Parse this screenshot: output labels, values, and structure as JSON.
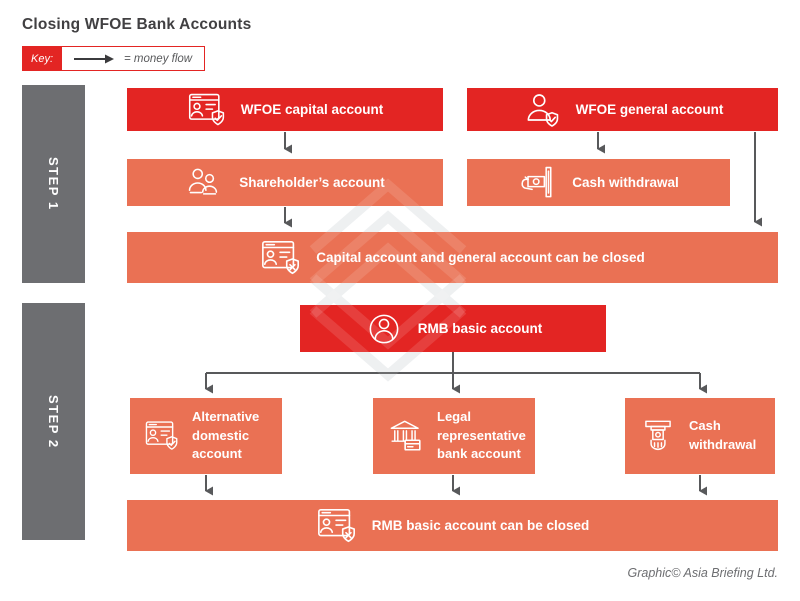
{
  "title": "Closing WFOE Bank Accounts",
  "key": {
    "label": "Key:",
    "symbol": "right-arrow-icon",
    "meaning": "= money flow"
  },
  "step1": {
    "label": "STEP 1",
    "nodes": {
      "capital": {
        "label": "WFOE capital account",
        "icon": "browser-user-shield-check-icon"
      },
      "general": {
        "label": "WFOE general account",
        "icon": "user-shield-check-icon"
      },
      "shareholder": {
        "label": "Shareholder’s account",
        "icon": "shareholders-icon"
      },
      "cash": {
        "label": "Cash withdrawal",
        "icon": "hand-cash-slot-icon"
      },
      "closed": {
        "label": "Capital account and general account can be closed",
        "icon": "browser-user-shield-x-icon"
      }
    }
  },
  "step2": {
    "label": "STEP 2",
    "nodes": {
      "rmb": {
        "label": "RMB basic account",
        "icon": "user-circle-icon"
      },
      "alternative": {
        "label": "Alternative domestic account",
        "icon": "browser-user-shield-check-icon"
      },
      "legal": {
        "label": "Legal representative bank account",
        "icon": "bank-card-icon"
      },
      "cash": {
        "label": "Cash withdrawal",
        "icon": "atm-hand-icon"
      },
      "closed": {
        "label": "RMB basic account can be closed",
        "icon": "browser-user-shield-x-icon"
      }
    }
  },
  "credit": "Graphic© Asia Briefing Ltd.",
  "colors": {
    "red": "#e32523",
    "orange": "#ea7154",
    "step_gray": "#6d6e71",
    "arrow_gray": "#58595b",
    "title_gray": "#414042",
    "white": "#ffffff"
  }
}
